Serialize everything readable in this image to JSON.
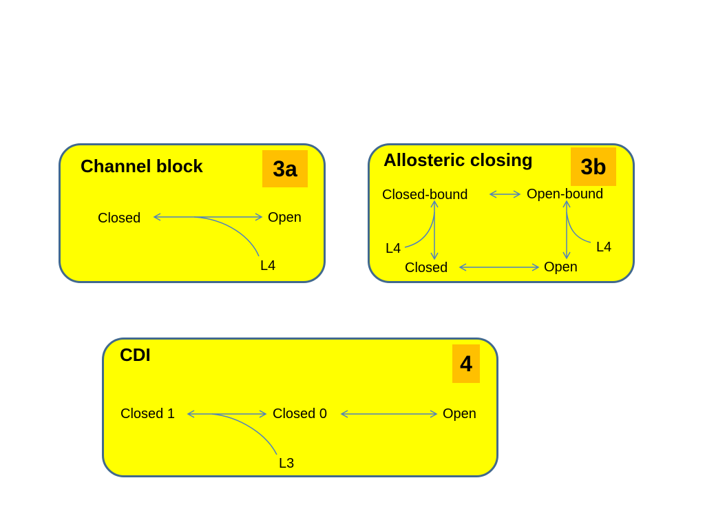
{
  "panels": {
    "a": {
      "title": "Channel block",
      "badge": "3a",
      "closed": "Closed",
      "open": "Open",
      "ligand": "L4"
    },
    "b": {
      "title": "Allosteric closing",
      "badge": "3b",
      "closed_bound": "Closed-bound",
      "open_bound": "Open-bound",
      "closed": "Closed",
      "open": "Open",
      "ligand_left": "L4",
      "ligand_right": "L4"
    },
    "c": {
      "title": "CDI",
      "badge": "4",
      "closed1": "Closed 1",
      "closed0": "Closed 0",
      "open": "Open",
      "ligand": "L3"
    }
  },
  "colors": {
    "panel_fill": "#ffff00",
    "panel_border": "#41698e",
    "badge_fill": "#ffc000",
    "arrow": "#4f81bd"
  }
}
